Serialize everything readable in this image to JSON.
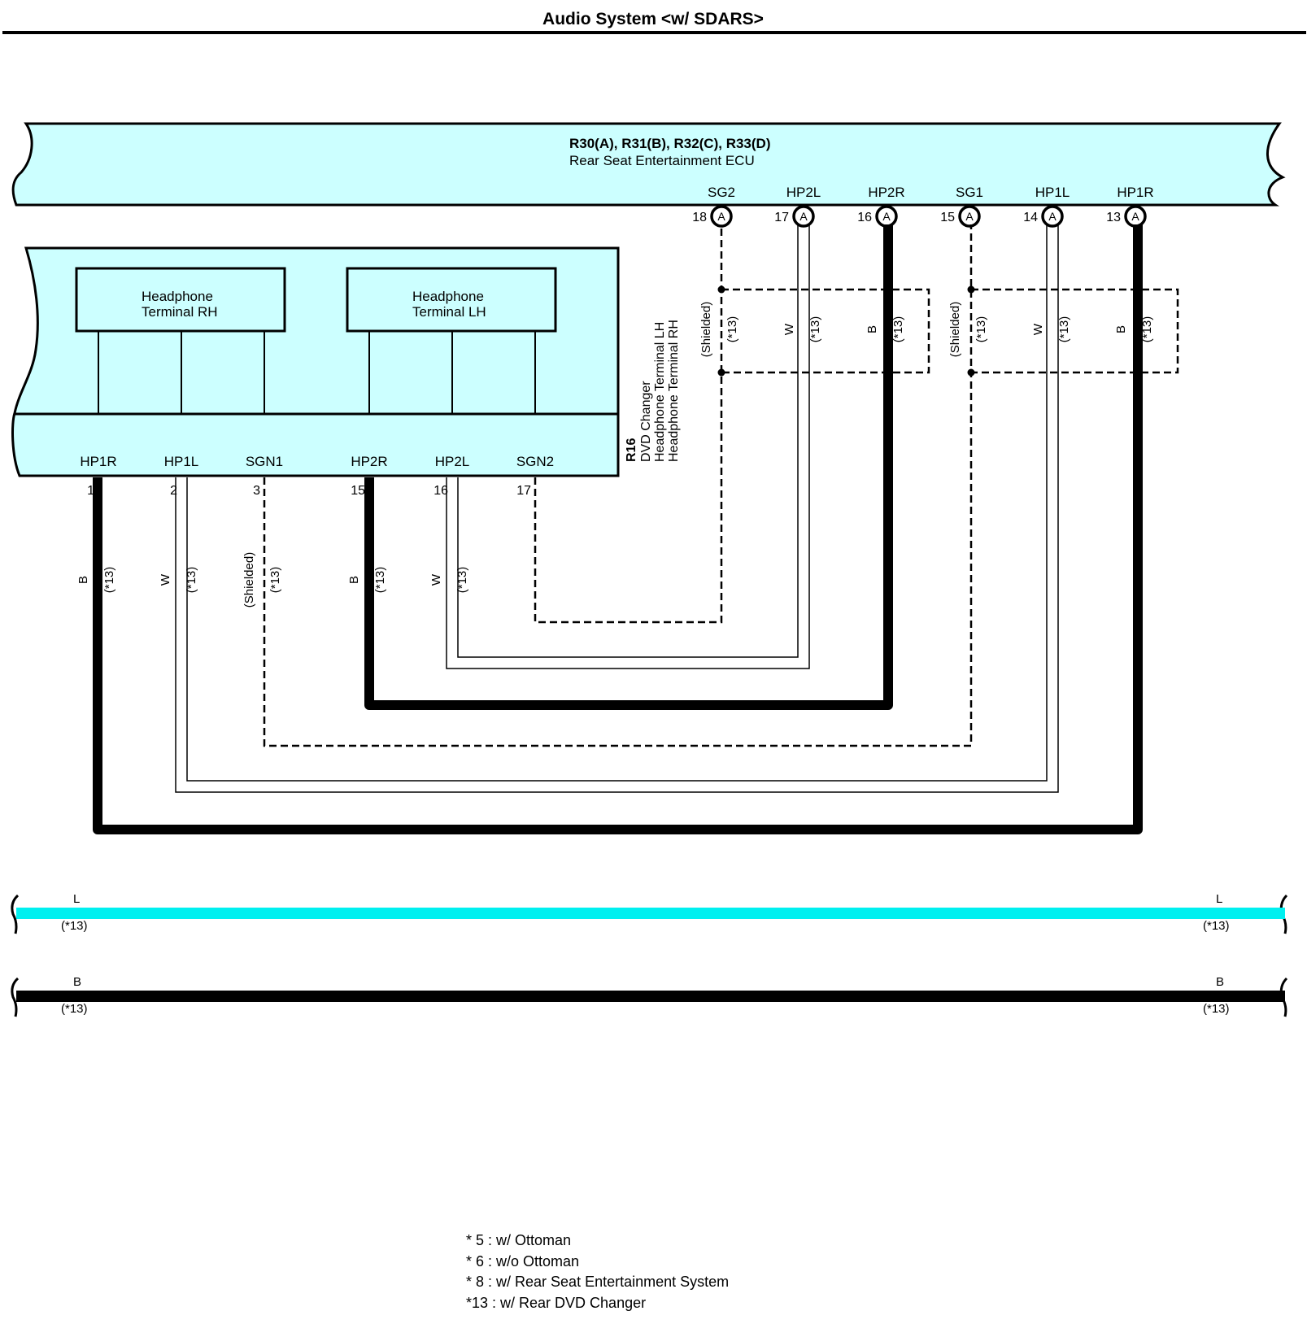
{
  "title": "Audio System <w/ SDARS>",
  "ecu": {
    "id": "R30(A), R31(B), R32(C), R33(D)",
    "name": "Rear Seat Entertainment ECU",
    "connector_letter": "A",
    "pins": [
      {
        "name": "SG2",
        "num": "18",
        "color": "(Shielded)"
      },
      {
        "name": "HP2L",
        "num": "17",
        "color": "W"
      },
      {
        "name": "HP2R",
        "num": "16",
        "color": "B"
      },
      {
        "name": "SG1",
        "num": "15",
        "color": "(Shielded)"
      },
      {
        "name": "HP1L",
        "num": "14",
        "color": "W"
      },
      {
        "name": "HP1R",
        "num": "13",
        "color": "B"
      }
    ]
  },
  "r16": {
    "id": "R16",
    "lines": [
      "DVD Changer",
      "Headphone Terminal LH",
      "Headphone Terminal RH"
    ],
    "terminals": [
      {
        "name": "Headphone",
        "sub": "Terminal RH"
      },
      {
        "name": "Headphone",
        "sub": "Terminal LH"
      }
    ],
    "pins": [
      {
        "name": "HP1R",
        "num": "1",
        "color": "B"
      },
      {
        "name": "HP1L",
        "num": "2",
        "color": "W"
      },
      {
        "name": "SGN1",
        "num": "3",
        "color": "(Shielded)"
      },
      {
        "name": "HP2R",
        "num": "15",
        "color": "B"
      },
      {
        "name": "HP2L",
        "num": "16",
        "color": "W"
      },
      {
        "name": "SGN2",
        "num": "17",
        "color": "(Shielded)"
      }
    ]
  },
  "wire_note": "(*13)",
  "buses": [
    {
      "label": "L",
      "note": "(*13)",
      "color": "#00f0f0"
    },
    {
      "label": "B",
      "note": "(*13)",
      "color": "#000000"
    }
  ],
  "legend": [
    "* 5 : w/ Ottoman",
    "* 6 : w/o Ottoman",
    "* 8 : w/ Rear Seat Entertainment System",
    "*13 : w/ Rear DVD Changer"
  ],
  "colors": {
    "component_fill": "#ccffff",
    "bus_cyan": "#00f0f0"
  }
}
